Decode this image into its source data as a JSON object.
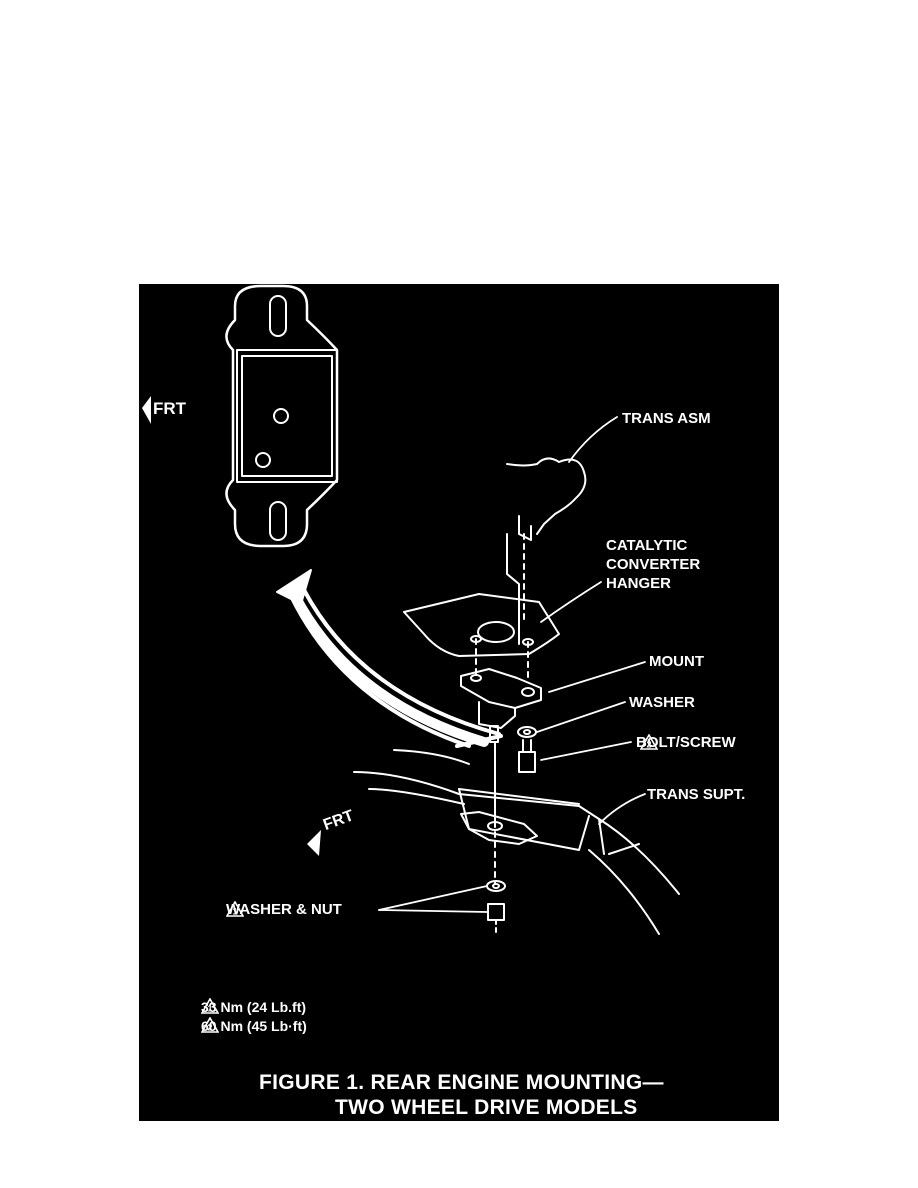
{
  "colors": {
    "page": "#ffffff",
    "figure_bg": "#000000",
    "ink": "#ffffff"
  },
  "direction": {
    "front_top": "FRT",
    "front_lower": "FRT"
  },
  "labels": {
    "trans_asm": "TRANS ASM",
    "catalytic_line1": "CATALYTIC",
    "catalytic_line2": "CONVERTER",
    "catalytic_line3": "HANGER",
    "mount": "MOUNT",
    "washer": "WASHER",
    "bolt_screw": "BOLT/SCREW",
    "trans_supt": "TRANS SUPT.",
    "washer_nut": "WASHER & NUT"
  },
  "torque_notes": [
    {
      "marker": "1",
      "text": "33 Nm (24 Lb.ft)"
    },
    {
      "marker": "2",
      "text": "60 Nm (45 Lb·ft)"
    }
  ],
  "caption": {
    "line1": "FIGURE 1. REAR ENGINE MOUNTING—",
    "line2": "TWO WHEEL DRIVE MODELS"
  },
  "markers": {
    "bolt": "2",
    "washer_nut": "1"
  }
}
